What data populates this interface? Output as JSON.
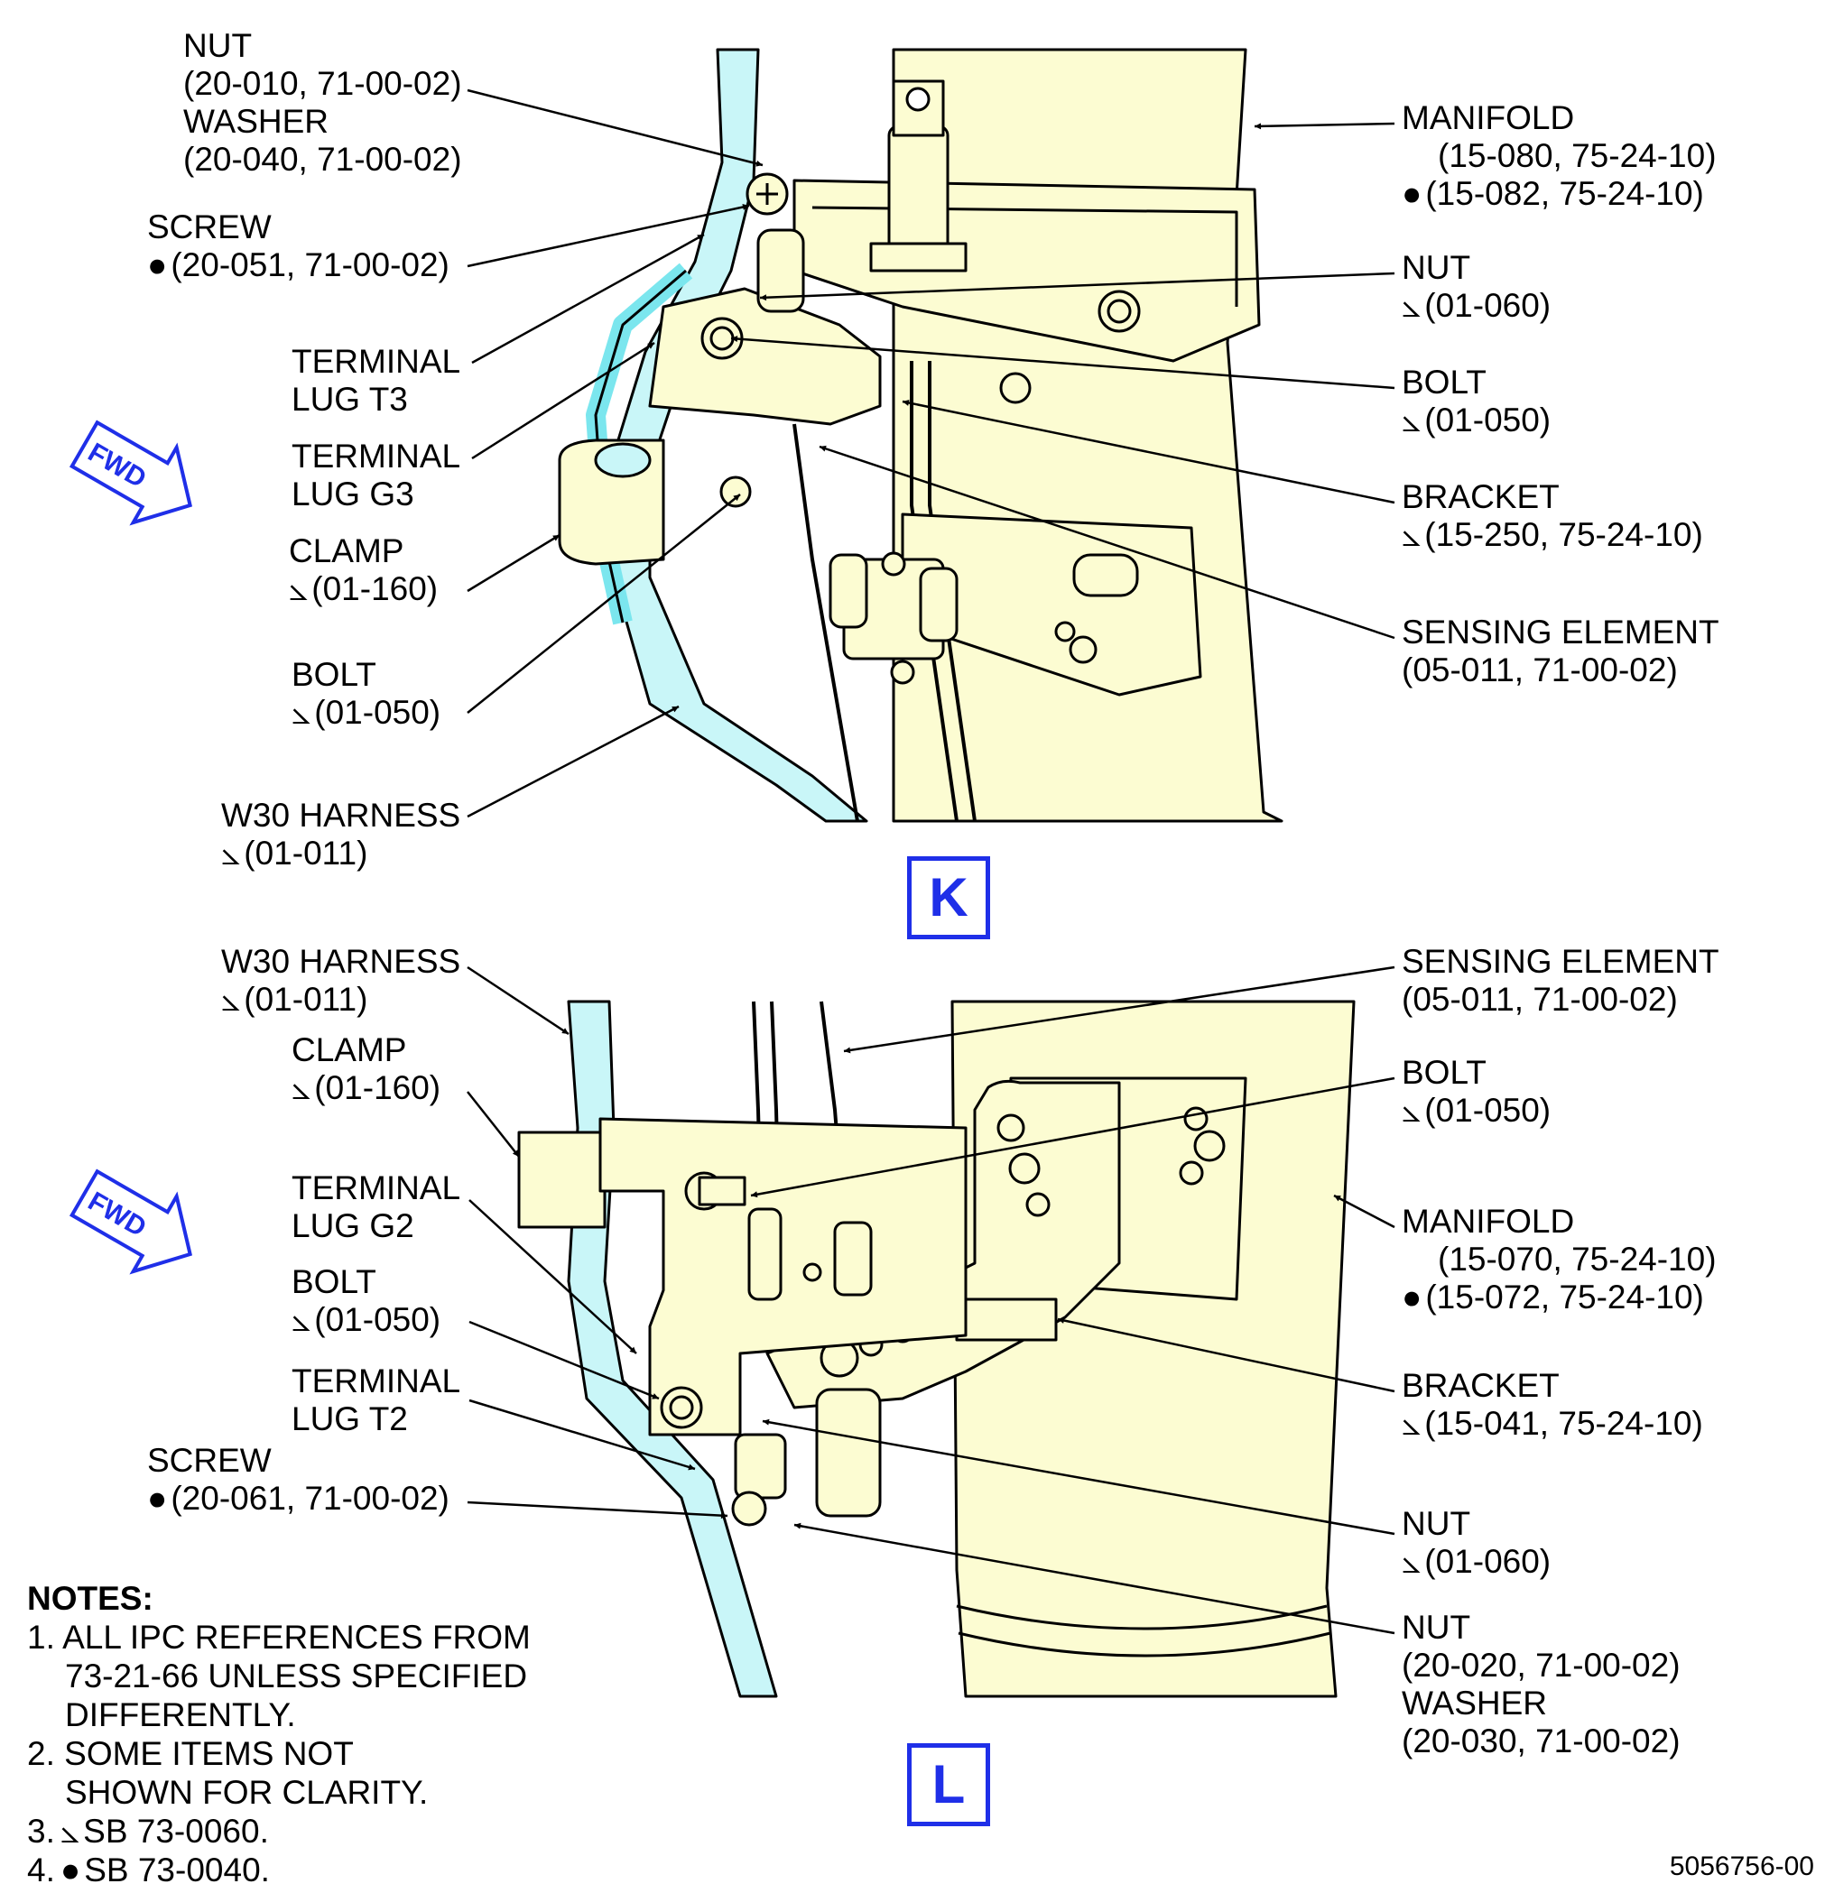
{
  "symbols": {
    "triangle": "⦣",
    "dot": "●"
  },
  "views": [
    {
      "letter": "K",
      "callouts": [
        {
          "lines": [
            "NUT",
            "(20-010, 71-00-02)",
            "WASHER",
            "(20-040, 71-00-02)"
          ]
        },
        {
          "lines": [
            "SCREW",
            "(20-051, 71-00-02)"
          ]
        },
        {
          "lines": [
            "TERMINAL",
            "LUG T3"
          ]
        },
        {
          "lines": [
            "TERMINAL",
            "LUG G3"
          ]
        },
        {
          "lines": [
            "CLAMP",
            "(01-160)"
          ]
        },
        {
          "lines": [
            "BOLT",
            "(01-050)"
          ]
        },
        {
          "lines": [
            "W30 HARNESS",
            "(01-011)"
          ]
        },
        {
          "lines": [
            "MANIFOLD",
            "(15-080, 75-24-10)",
            "(15-082, 75-24-10)"
          ]
        },
        {
          "lines": [
            "NUT",
            "(01-060)"
          ]
        },
        {
          "lines": [
            "BOLT",
            "(01-050)"
          ]
        },
        {
          "lines": [
            "BRACKET",
            "(15-250, 75-24-10)"
          ]
        },
        {
          "lines": [
            "SENSING ELEMENT",
            "(05-011, 71-00-02)"
          ]
        }
      ]
    },
    {
      "letter": "L",
      "callouts": [
        {
          "lines": [
            "W30 HARNESS",
            "(01-011)"
          ]
        },
        {
          "lines": [
            "CLAMP",
            "(01-160)"
          ]
        },
        {
          "lines": [
            "TERMINAL",
            "LUG G2"
          ]
        },
        {
          "lines": [
            "BOLT",
            "(01-050)"
          ]
        },
        {
          "lines": [
            "TERMINAL",
            "LUG T2"
          ]
        },
        {
          "lines": [
            "SCREW",
            "(20-061, 71-00-02)"
          ]
        },
        {
          "lines": [
            "SENSING ELEMENT",
            "(05-011, 71-00-02)"
          ]
        },
        {
          "lines": [
            "BOLT",
            "(01-050)"
          ]
        },
        {
          "lines": [
            "MANIFOLD",
            "(15-070, 75-24-10)",
            "(15-072, 75-24-10)"
          ]
        },
        {
          "lines": [
            "BRACKET",
            "(15-041, 75-24-10)"
          ]
        },
        {
          "lines": [
            "NUT",
            "(01-060)"
          ]
        },
        {
          "lines": [
            "NUT",
            "(20-020, 71-00-02)",
            "WASHER",
            "(20-030, 71-00-02)"
          ]
        }
      ]
    }
  ],
  "fwd_label": "FWD",
  "notes": {
    "heading": "NOTES:",
    "items": [
      "1. ALL IPC REFERENCES FROM",
      "73-21-66 UNLESS SPECIFIED",
      "DIFFERENTLY.",
      "2. SOME ITEMS NOT",
      "SHOWN FOR CLARITY.",
      "3.",
      "SB 73-0060.",
      "4.",
      "SB 73-0040."
    ]
  },
  "figure_number": "5056756-00",
  "colors": {
    "manifold_fill": "#fcfcd2",
    "harness_fill": "#c9f6f8",
    "outline": "#000000",
    "accent_blue": "#1f2fe8"
  }
}
